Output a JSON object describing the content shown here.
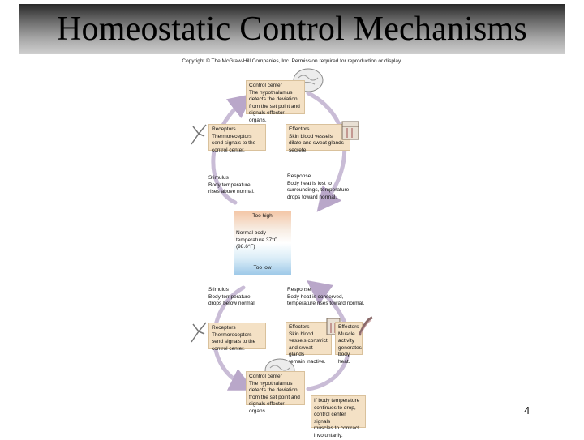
{
  "title": "Homeostatic Control Mechanisms",
  "copyright": "Copyright © The McGraw-Hill Companies, Inc. Permission required for reproduction or display.",
  "upper_loop": {
    "control_center": "Control center\nThe hypothalamus\ndetects the deviation\nfrom the set point and\nsignals effector organs.",
    "receptors": "Receptors\nThermoreceptors\nsend signals to the\ncontrol center.",
    "effectors": "Effectors\nSkin blood vessels\ndilate and sweat glands\nsecrete.",
    "stimulus": "Stimulus\nBody temperature\nrises above normal.",
    "response": "Response\nBody heat is lost to\nsurroundings, temperature\ndrops toward normal."
  },
  "thermometer": {
    "too_high": "Too high",
    "normal": "Normal body\ntemperature\n37°C (98.6°F)",
    "too_low": "Too low"
  },
  "lower_loop": {
    "stimulus": "Stimulus\nBody temperature\ndrops below normal.",
    "response": "Response\nBody heat is conserved,\ntemperature rises toward normal.",
    "receptors": "Receptors\nThermoreceptors\nsend signals to the\ncontrol center.",
    "effectors_vessels": "Effectors\nSkin blood\nvessels constrict\nand sweat glands\nremain inactive.",
    "effectors_muscle": "Effectors\nMuscle\nactivity\ngenerates\nbody heat.",
    "control_center": "Control center\nThe hypothalamus\ndetects the deviation\nfrom the set point and\nsignals effector organs.",
    "note": "If body temperature\ncontinues to drop,\ncontrol center signals\nmuscles to contract\ninvoluntarily."
  },
  "page_number": "4",
  "colors": {
    "box_fill": "#f4e1c5",
    "warm": "#f4c7a8",
    "cool": "#9ec9e8"
  }
}
